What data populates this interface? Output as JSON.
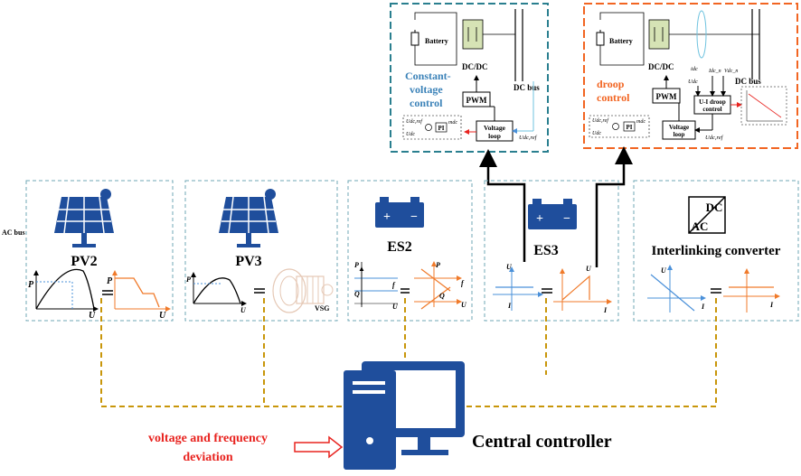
{
  "ac_bus_label": "AC bus",
  "units": {
    "pv2": {
      "name": "PV2",
      "curve_left": {
        "y_axis": "P",
        "x_axis": "U"
      },
      "curve_right": {
        "y_axis": "P",
        "x_axis": "U"
      }
    },
    "pv3": {
      "name": "PV3",
      "curve_left": {
        "y_axis": "P",
        "x_axis": "U"
      },
      "vsg_label": "VSG"
    },
    "es2": {
      "name": "ES2",
      "left_axes": [
        "P",
        "Q",
        "f",
        "U"
      ],
      "right_axes": [
        "f",
        "P",
        "U",
        "Q"
      ]
    },
    "es3": {
      "name": "ES3",
      "left_axes": {
        "y": "U",
        "x": "I"
      },
      "right_axes": {
        "y": "U",
        "x": "I"
      }
    },
    "interlinking": {
      "name": "Interlinking converter",
      "symbol_top": "DC",
      "symbol_bottom": "AC",
      "left_axes": {
        "y": "U",
        "x": "I"
      },
      "right_axes": {
        "x": "I"
      }
    }
  },
  "cv_box": {
    "title_line1": "Constant-",
    "title_line2": "voltage",
    "title_line3": "control",
    "battery": "Battery",
    "converter": "DC/DC",
    "pwm": "PWM",
    "voltage_loop_1": "Voltage",
    "voltage_loop_2": "loop",
    "dc_bus": "DC bus",
    "pi": "PI",
    "u_ref": "Udc,ref",
    "u_dc": "Udc",
    "m_dc": "mdc",
    "u_dc_ref": "Udc,ref"
  },
  "droop_box": {
    "title_line1": "droop",
    "title_line2": "control",
    "battery": "Battery",
    "converter": "DC/DC",
    "pwm": "PWM",
    "voltage_loop_1": "Voltage",
    "voltage_loop_2": "loop",
    "ui_droop_1": "U-I droop",
    "ui_droop_2": "control",
    "dc_bus": "DC bus",
    "pi": "PI",
    "i_dc": "idc",
    "u_dc": "Udc",
    "i_dc_n": "Idc_n",
    "v_dc_n": "Vdc_n",
    "u_dc_ref": "Udc,ref",
    "u_ref": "Udc,ref",
    "u_dc_small": "Udc",
    "m_dc": "mdc"
  },
  "central_controller": "Central controller",
  "deviation_line1": "voltage and frequency",
  "deviation_line2": "deviation",
  "colors": {
    "dashed_box": "#6fa7b5",
    "cv_box_border": "#2a7f8f",
    "droop_box_border": "#f26522",
    "blue_icon": "#1f4e9c",
    "orange_curve": "#f07a2a",
    "blue_curve": "#4a90d9",
    "dashed_link": "#c8960a",
    "red_text": "#e8231f",
    "title_blue": "#3b82b8"
  }
}
